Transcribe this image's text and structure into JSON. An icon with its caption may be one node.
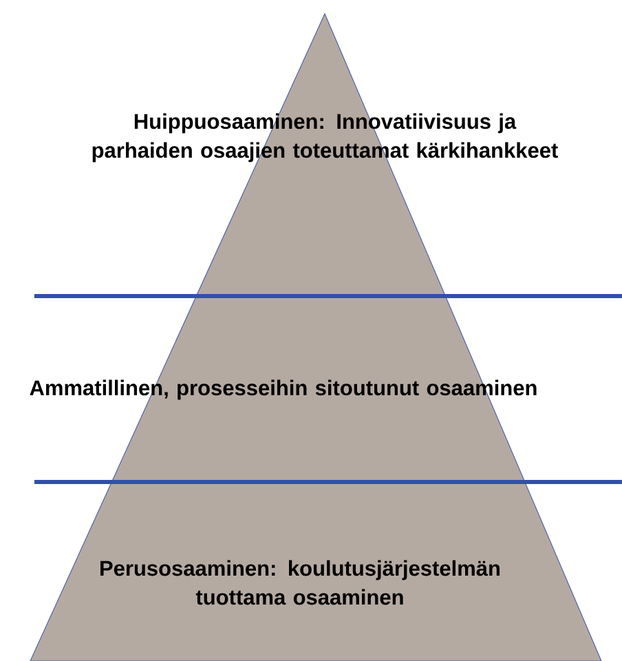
{
  "diagram": {
    "nodes": [
      {
        "text": [
          "Huippuosaaminen: Innovatiivisuus ja parhaiden osaajien toteuttamat kärkihankkeet"
        ]
      },
      {
        "text": [
          "Ammatillinen, prosesseihin sitoutunut osaaminen"
        ]
      },
      {
        "text": [
          "Perusosaaminen: koulutusjärjestelmän tuottama osaaminen"
        ]
      }
    ]
  }
}
